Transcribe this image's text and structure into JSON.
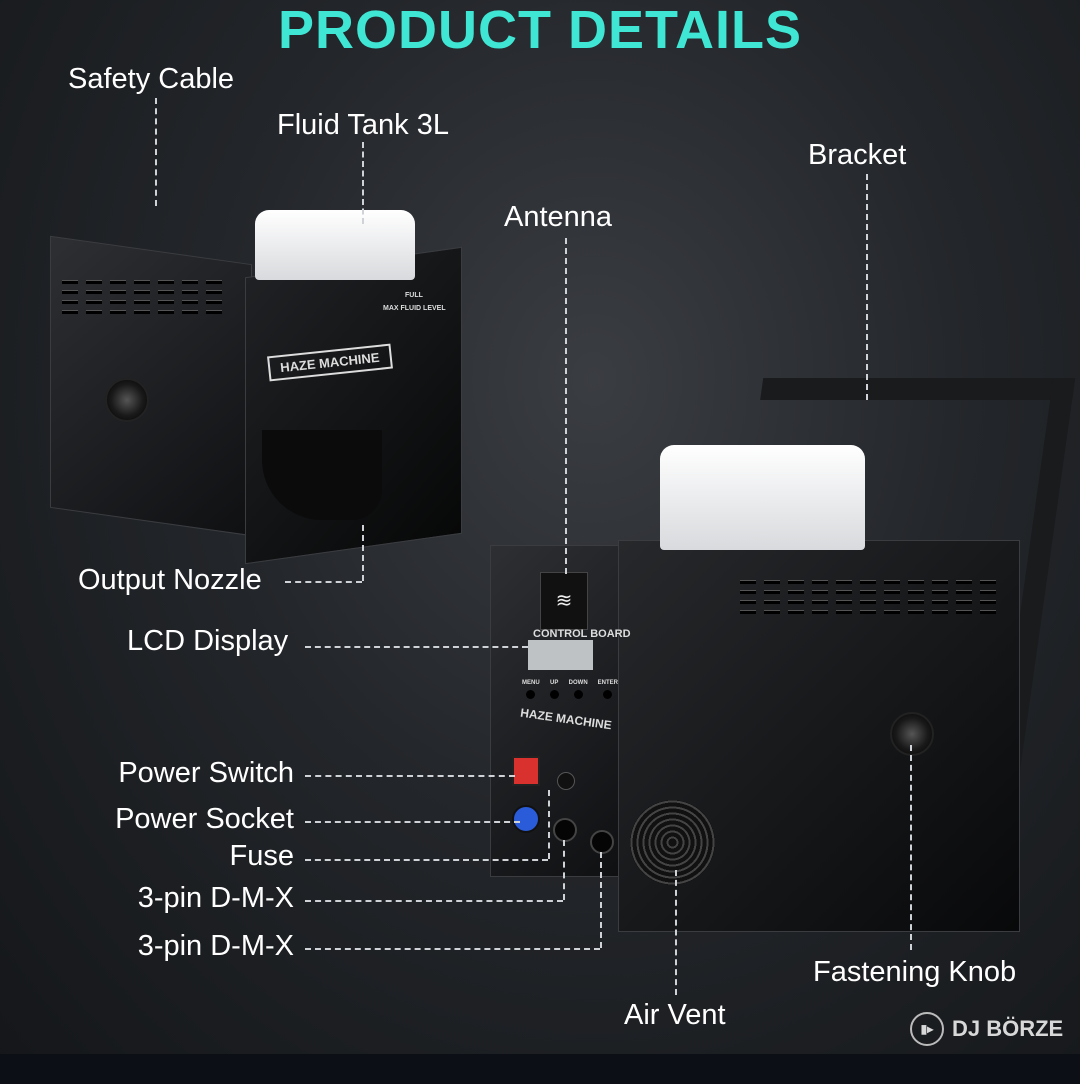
{
  "title": "PRODUCT DETAILS",
  "labels": {
    "safety_cable": "Safety Cable",
    "fluid_tank": "Fluid Tank 3L",
    "bracket": "Bracket",
    "antenna": "Antenna",
    "output_nozzle": "Output Nozzle",
    "lcd_display": "LCD Display",
    "power_switch": "Power Switch",
    "power_socket": "Power Socket",
    "fuse": "Fuse",
    "dmx_in": "3-pin D-M-X",
    "dmx_out": "3-pin D-M-X",
    "air_vent": "Air Vent",
    "fastening_knob": "Fastening Knob"
  },
  "machine": {
    "brand_plate": "HAZE MACHINE",
    "control_board": "CONTROL BOARD",
    "buttons": [
      "MENU",
      "UP",
      "DOWN",
      "ENTER"
    ],
    "full_marker": "FULL",
    "max_fluid": "MAX FLUID LEVEL"
  },
  "watermark": "DJ BÖRZE",
  "colors": {
    "title": "#3fe6d4",
    "background": "#23262a"
  }
}
